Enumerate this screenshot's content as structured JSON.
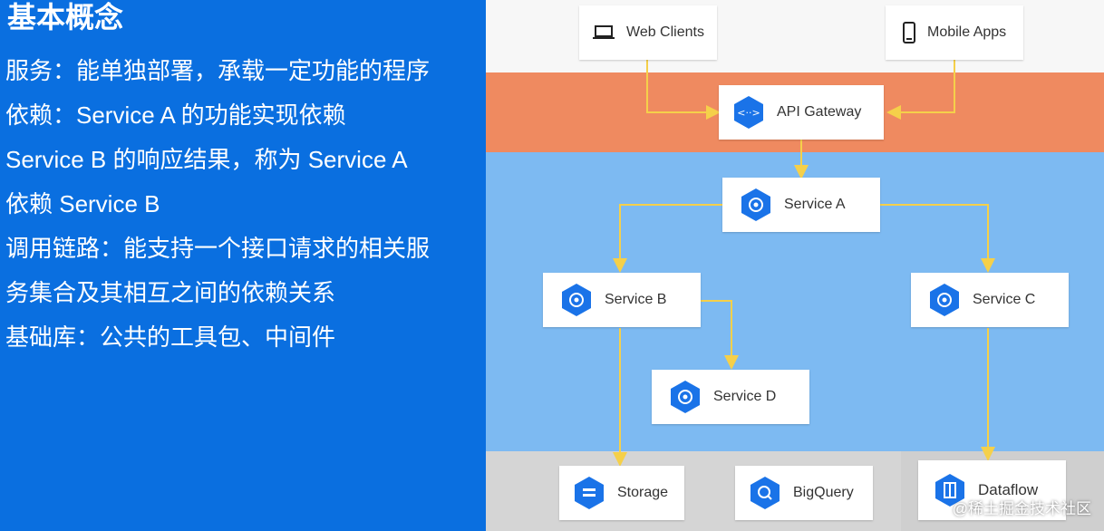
{
  "left_panel": {
    "title": "基本概念",
    "lines": [
      "服务：能单独部署，承载一定功能的程序",
      "依赖：Service A 的功能实现依赖",
      "Service B 的响应结果，称为 Service A",
      "依赖 Service B",
      "调用链路：能支持一个接口请求的相关服",
      "务集合及其相互之间的依赖关系",
      "基础库：公共的工具包、中间件"
    ]
  },
  "diagram": {
    "clients": {
      "web": "Web Clients",
      "mobile": "Mobile Apps"
    },
    "gateway": "API Gateway",
    "services": {
      "a": "Service A",
      "b": "Service B",
      "c": "Service C",
      "d": "Service D"
    },
    "storage": {
      "storage": "Storage",
      "bigquery": "BigQuery",
      "dataflow": "Dataflow"
    }
  },
  "watermark": "@稀土掘金技术社区",
  "colors": {
    "left_panel": "#0a6fe0",
    "client_band": "#f7f7f7",
    "gateway_band": "#ef8a60",
    "service_band": "#7dbaf2",
    "storage_band": "#d5d5d5",
    "arrow": "#f5d04a",
    "icon": "#1a73e8"
  }
}
